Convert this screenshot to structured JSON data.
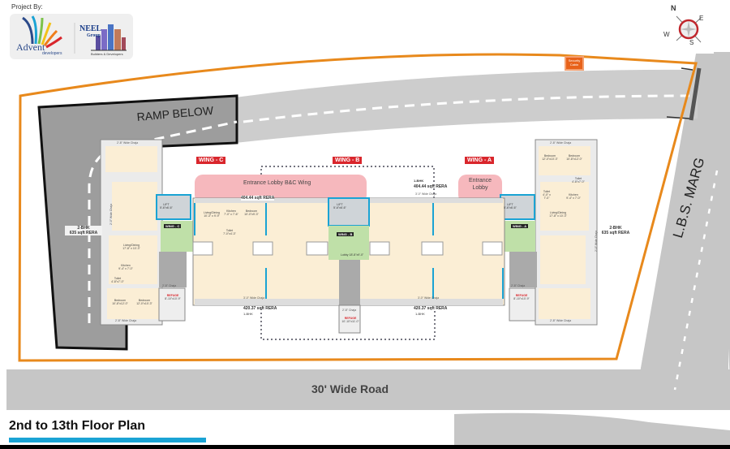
{
  "header": {
    "project_by": "Project By:",
    "logos": [
      {
        "name": "Advent",
        "tagline": "developers"
      },
      {
        "name": "NEEL",
        "subname": "Group",
        "tagline": "Builders & Developers"
      }
    ]
  },
  "compass": {
    "north": "N",
    "east": "E",
    "south": "S",
    "west": "W"
  },
  "site": {
    "ramp_label": "RAMP BELOW",
    "road_bottom": "30' Wide Road",
    "road_right": "L.B.S. MARG",
    "security_cabin": [
      "Security",
      "Cabin"
    ]
  },
  "wings": [
    {
      "label": "WING - C"
    },
    {
      "label": "WING - B"
    },
    {
      "label": "WING - A"
    }
  ],
  "lobbies": {
    "bc": "Entrance Lobby B&C Wing",
    "a": [
      "Entrance",
      "Lobby"
    ]
  },
  "units": {
    "two_bhk_type": "2-BHK",
    "two_bhk_area": "635 sqft RERA",
    "one_bhk_type": "1-BHK",
    "one_bhk_top_area": "404.44 sqft RERA",
    "one_bhk_bottom_area": "420.37 sqft RERA"
  },
  "rooms": {
    "chaja_wide_28": "2'-8\" Wide Chaja",
    "chaja_wide_30": "3'-0\" Wide Chaja",
    "chaja_wide_20": "2'-0\" Wide Chaja",
    "chaja_28": "2'-8\" Chaja",
    "living_dining": "Living/Dining",
    "living_dining_2bhk_dim": "17'-8\" x 10'-3\"",
    "living_dining_1bhk_dim": "10'-3\" x 9'-9\"",
    "kitchen": "Kitchen",
    "kitchen_dim": "9'-4\" x 7'-0\"",
    "kitchen_1bhk_dim": "7'-0\" x 7'-6\"",
    "toilet": "Toilet",
    "toilet_dim_a": "4'-8\"x7'-0\"",
    "toilet_dim_b": "4'-0\" x 7'-0\"",
    "toilet_1bhk_dim": "7'-0\"x4'-3\"",
    "bedroom": "Bedroom",
    "bedroom1_dim": "10'-8\"x12'-0\"",
    "bedroom2_dim": "12'-0\"x10'-3\"",
    "bedroom_1bhk_dim": "10'-0\"x9'-3\"",
    "refuge": "REFUGE",
    "refuge_side_dim": "8'-10\"x10'-9\"",
    "refuge_center_dim": "10'-10\"x11'-0\"",
    "lift": "LIFT",
    "lift_dim": "5'-6\"x6'-6\"",
    "lobby": "Lobby",
    "lobby_dim": "18'-8\"x9'-0\""
  },
  "footer": {
    "title": "2nd to 13th Floor Plan"
  },
  "colors": {
    "boundary": "#e8891c",
    "road": "#c6c6c6",
    "ramp": "#9a9a9a",
    "wing_badge": "#d9262c",
    "lobby_pink": "#f6b8bd",
    "lift_lobby_green": "#bfe0a8",
    "flat_beige": "#fbeed5",
    "wall_blue": "#1aa3d4",
    "accent_bar": "#1aa3d4"
  }
}
